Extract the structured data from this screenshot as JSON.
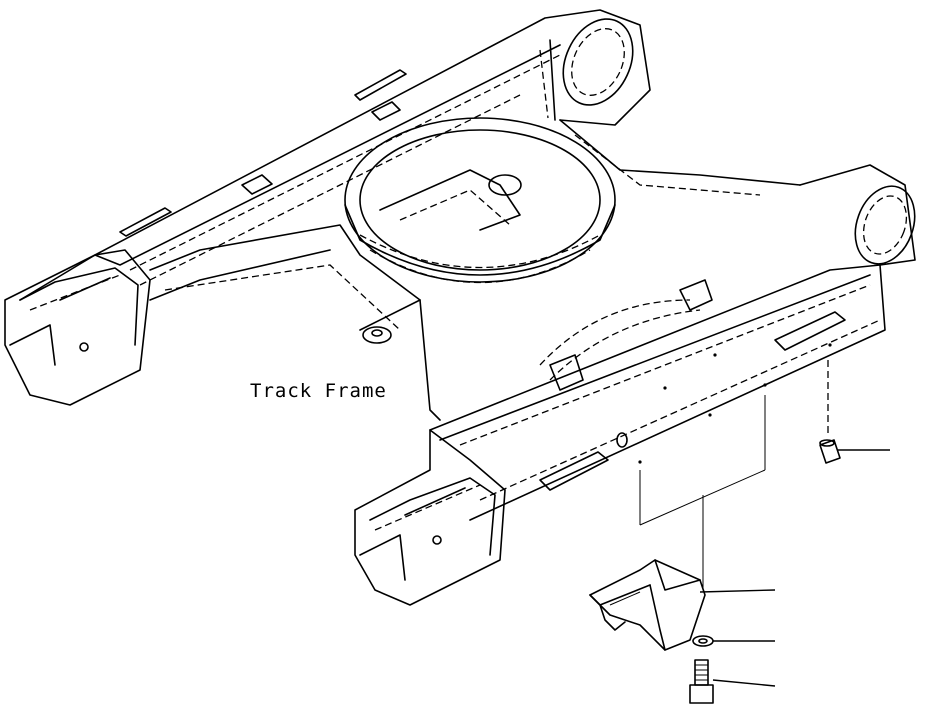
{
  "diagram": {
    "label": "Track Frame",
    "parts": [
      {
        "name": "track-frame"
      },
      {
        "name": "plug"
      },
      {
        "name": "track-guard"
      },
      {
        "name": "washer"
      },
      {
        "name": "bolt"
      }
    ]
  }
}
